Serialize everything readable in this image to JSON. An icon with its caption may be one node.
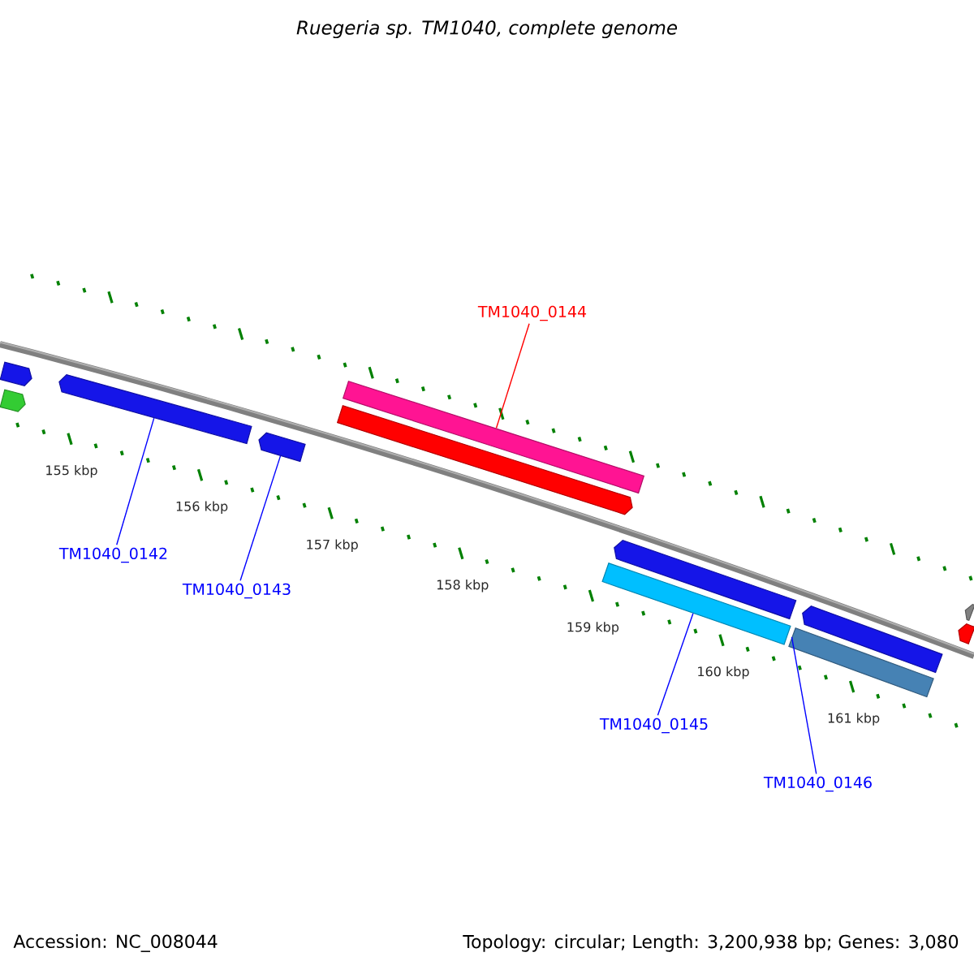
{
  "diagram": {
    "title": "Ruegeria sp. TM1040, complete genome",
    "nodes": [
      {
        "text": [
          "TM1040_0144"
        ]
      },
      {
        "text": [
          "TM1040_0142"
        ]
      },
      {
        "text": [
          "TM1040_0143"
        ]
      },
      {
        "text": [
          "TM1040_0145"
        ]
      },
      {
        "text": [
          "TM1040_0146"
        ]
      },
      {
        "text": [],
        "shape": "bar"
      },
      {
        "text": [],
        "shape": "bar"
      },
      {
        "text": [],
        "shape": "bar"
      },
      {
        "text": [],
        "shape": "bar"
      },
      {
        "text": [],
        "shape": "bar"
      },
      {
        "text": [],
        "shape": "bar"
      },
      {
        "text": [],
        "shape": "bar"
      },
      {
        "text": [],
        "shape": "bar"
      },
      {
        "text": [],
        "shape": "bar"
      },
      {
        "text": [],
        "shape": "bar"
      },
      {
        "text": [],
        "shape": "bar"
      },
      {
        "text": [],
        "shape": "bar"
      }
    ],
    "edges": [
      {
        "from": 0,
        "to": 10,
        "arrow": "none",
        "color": "#ff0000"
      },
      {
        "from": 1,
        "to": 7,
        "arrow": "none"
      },
      {
        "from": 2,
        "to": 8,
        "arrow": "none"
      },
      {
        "from": 3,
        "to": 11,
        "arrow": "none"
      },
      {
        "from": 4,
        "to": 13,
        "arrow": "none"
      }
    ],
    "labels": [
      "155 kbp",
      "156 kbp",
      "157 kbp",
      "158 kbp",
      "159 kbp",
      "160 kbp",
      "161 kbp",
      "Accession: NC_008044",
      "Topology: circular; Length: 3,200,938 bp; Genes: 3,080"
    ]
  }
}
